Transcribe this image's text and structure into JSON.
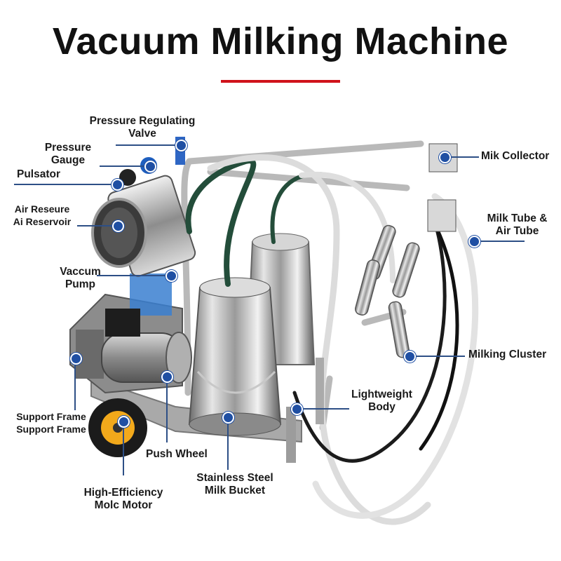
{
  "title": "Vacuum Milking Machine",
  "accent_color": "#d0121b",
  "marker_color": "#1f4fa3",
  "labels": {
    "pressure_regulating_valve": [
      "Pressure Regulating",
      "Valve"
    ],
    "pressure_gauge": [
      "Pressure",
      "Gauge"
    ],
    "pulsator": [
      "Pulsator"
    ],
    "air_reservoir": [
      "Air Reseure",
      "Ai Reservoir"
    ],
    "vacuum_pump": [
      "Vaccum",
      "Pump"
    ],
    "support_frame": [
      "Support Frame",
      "Support Frame"
    ],
    "push_wheel": [
      "Push Wheel"
    ],
    "motor": [
      "High-Efficiency",
      "Molc Motor"
    ],
    "milk_bucket": [
      "Stainless Steel",
      "Milk Bucket"
    ],
    "lightweight_body": [
      "Lightweight",
      "Body"
    ],
    "milking_cluster": [
      "Milking Cluster"
    ],
    "milk_tube": [
      "Milk Tube &",
      "Air Tube"
    ],
    "milk_collector": [
      "Mik Collector"
    ]
  }
}
